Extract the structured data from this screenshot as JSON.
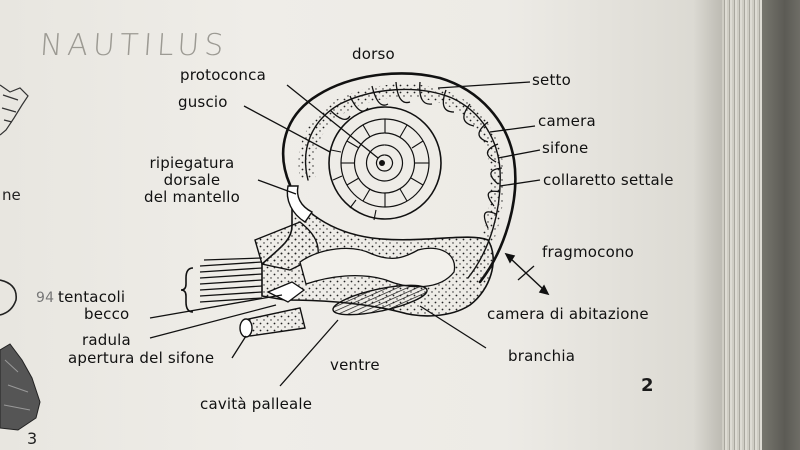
{
  "handwritten_title": "NAUTILUS",
  "page_number": "2",
  "left_fragment_text": "ne",
  "left_fragment_figure_number": "3",
  "tentacle_count_annotation": "94",
  "labels": {
    "dorso": "dorso",
    "protoconca": "protoconca",
    "guscio": "guscio",
    "ripiegatura_line1": "ripiegatura",
    "ripiegatura_line2": "dorsale",
    "ripiegatura_line3": "del mantello",
    "tentacoli": "tentacoli",
    "becco": "becco",
    "radula": "radula",
    "apertura_del_sifone": "apertura del sifone",
    "cavita_palleale": "cavità palleale",
    "ventre": "ventre",
    "setto": "setto",
    "camera": "camera",
    "sifone": "sifone",
    "collaretto_settale": "collaretto settale",
    "fragmocono": "fragmocono",
    "camera_di_abitazione": "camera di abitazione",
    "branchia": "branchia"
  },
  "colors": {
    "ink": "#111111",
    "paper": "#edebe6",
    "pencil": "#9c9a93"
  }
}
